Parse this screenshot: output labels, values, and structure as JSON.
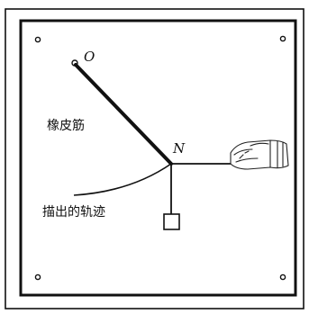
{
  "labels": {
    "point_o": "O",
    "point_n": "N",
    "rubber_band": "橡皮筋",
    "traced_trajectory": "描出的轨迹"
  },
  "colors": {
    "ink": "#111111",
    "background": "#ffffff"
  },
  "icons": {
    "hand": "hand-icon",
    "weight": "weight-icon",
    "pin": "pin-icon"
  }
}
